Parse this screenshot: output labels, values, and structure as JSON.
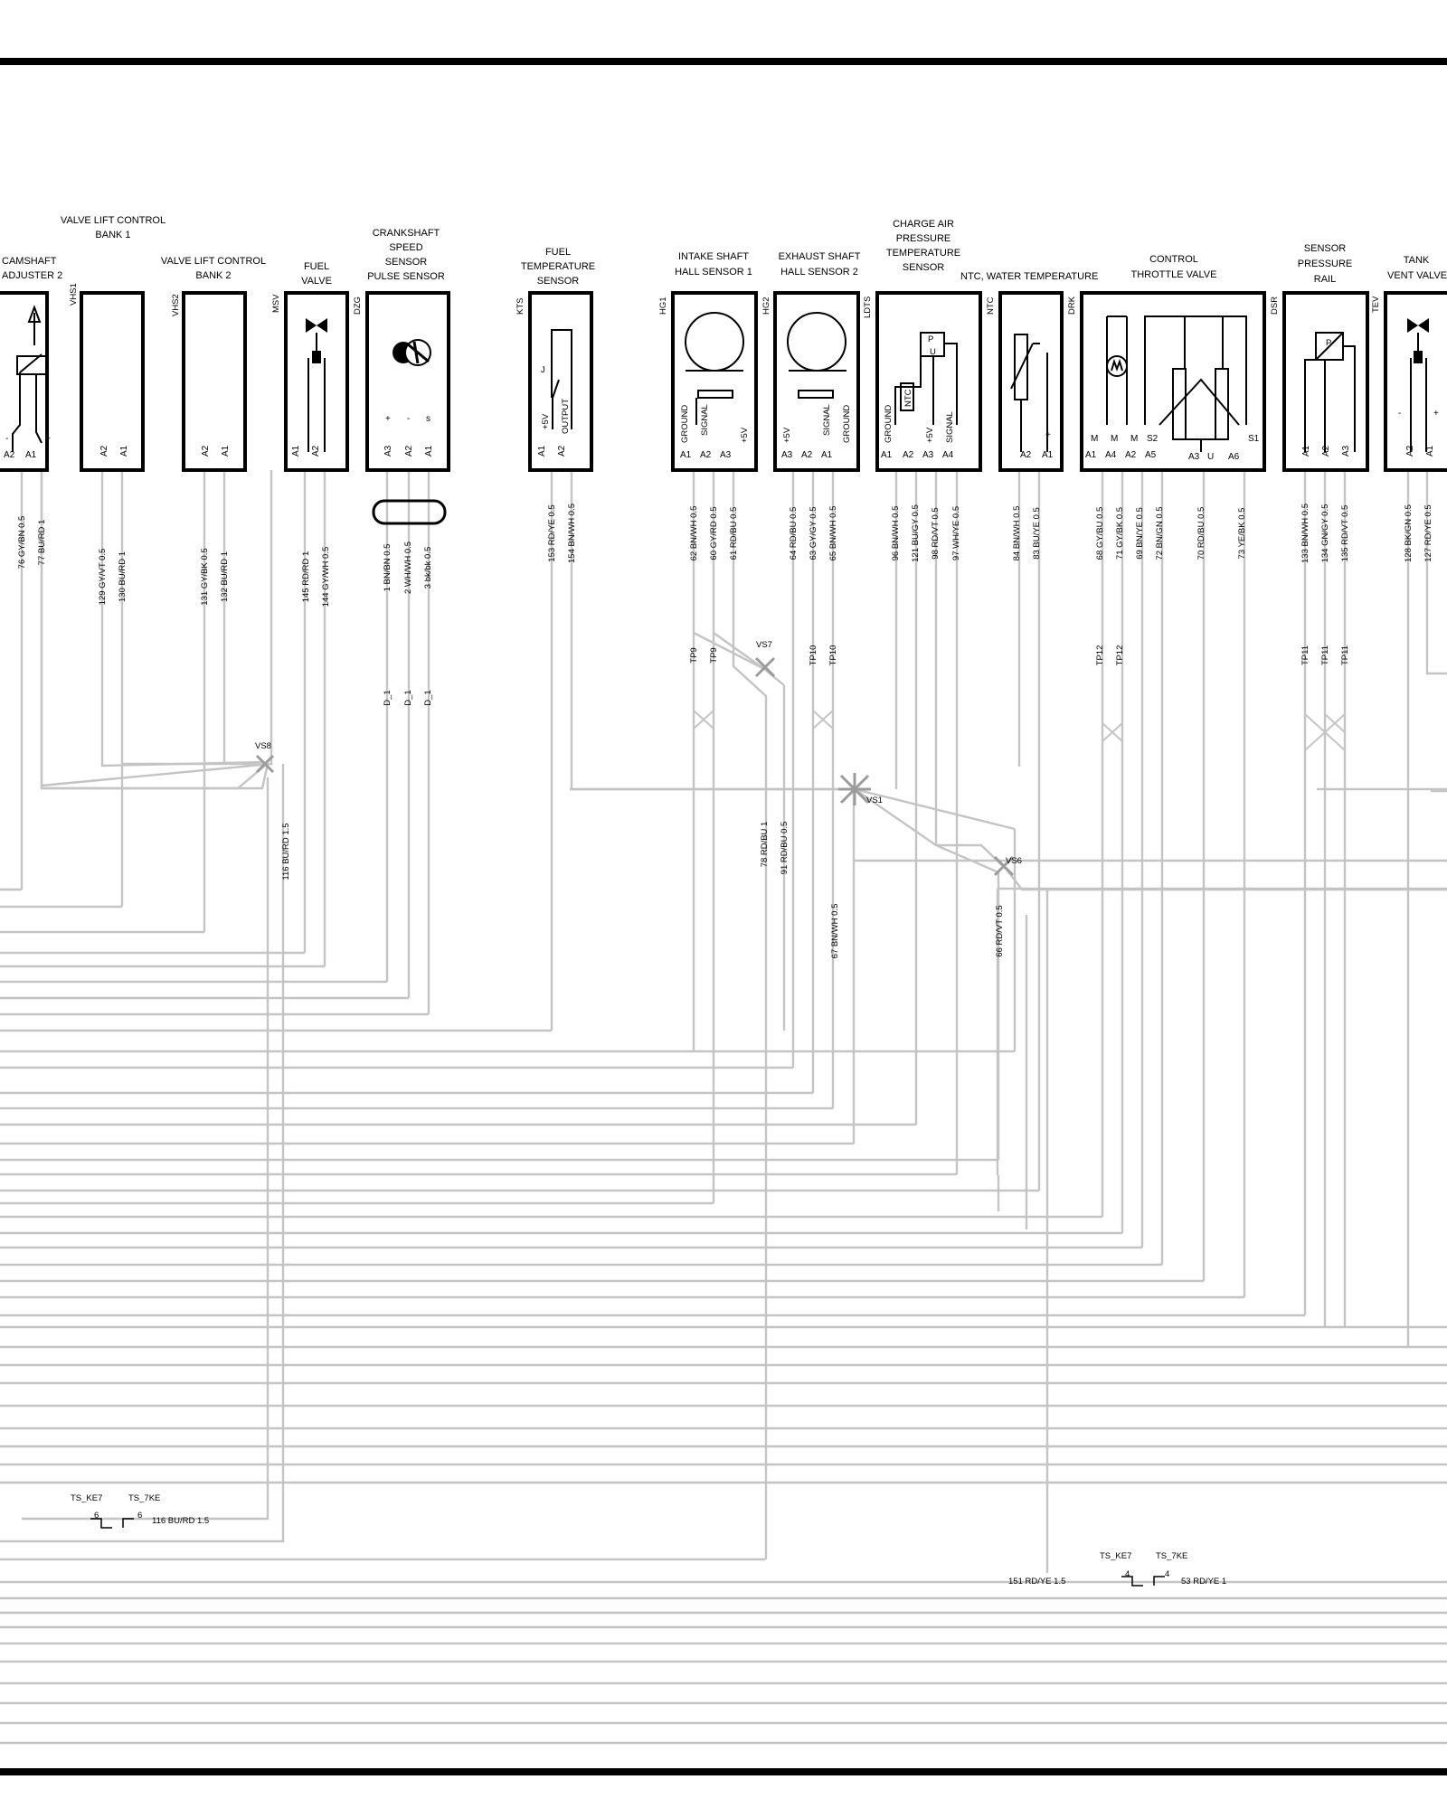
{
  "components": {
    "vlc_bank1": {
      "title": [
        "VALVE LIFT CONTROL",
        "BANK 1"
      ]
    },
    "cam2": {
      "title": [
        "CAMSHAFT",
        "ADJUSTER 2"
      ],
      "pins": [
        "A2",
        "A1"
      ],
      "signs": [
        "-",
        "+"
      ],
      "wires": [
        "76 GY/BN 0.5",
        "77 BU/RD 1"
      ]
    },
    "vhs1": {
      "code": "VHS1",
      "pins": [
        "A2",
        "A1"
      ],
      "wires": [
        "129 GY/VT 0.5",
        "130 BU/RD 1"
      ]
    },
    "vhs2": {
      "code": "VHS2",
      "title": [
        "VALVE LIFT CONTROL",
        "BANK 2"
      ],
      "pins": [
        "A2",
        "A1"
      ],
      "wires": [
        "131 GY/BK 0.5",
        "132 BU/RD 1"
      ]
    },
    "msv": {
      "code": "MSV",
      "title": [
        "FUEL",
        "VALVE"
      ],
      "pins": [
        "A1",
        "A2"
      ],
      "wires": [
        "145 RD/RD 1",
        "144 GY/WH 0.5"
      ]
    },
    "dzg": {
      "code": "DZG",
      "title": [
        "CRANKSHAFT",
        "SPEED",
        "SENSOR",
        "PULSE SENSOR"
      ],
      "pins": [
        "A3",
        "A2",
        "A1"
      ],
      "signs": [
        "+",
        "-",
        "s"
      ],
      "wires": [
        "1 BN/BN 0.5",
        "2 WH/WH 0.5",
        "3 bk/bk 0.5"
      ],
      "shield": "D_1"
    },
    "kts": {
      "code": "KTS",
      "title": [
        "FUEL",
        "TEMPERATURE",
        "SENSOR"
      ],
      "pins": [
        "A1",
        "A2"
      ],
      "pinlabels": [
        "+5V",
        "OUTPUT"
      ],
      "j": "J",
      "wires": [
        "153 RD/YE 0.5",
        "154 BN/WH 0.5"
      ]
    },
    "hg1": {
      "code": "HG1",
      "title": [
        "INTAKE SHAFT",
        "HALL SENSOR 1"
      ],
      "pins": [
        "A1",
        "A2",
        "A3"
      ],
      "pinlabels": [
        "GROUND",
        "SIGNAL",
        "+5V"
      ],
      "wires": [
        "62 BN/WH 0.5",
        "60 GY/RD 0.5",
        "61 RD/BU 0.5"
      ],
      "tp": "TP9"
    },
    "hg2": {
      "code": "HG2",
      "title": [
        "EXHAUST SHAFT",
        "HALL SENSOR 2"
      ],
      "pins": [
        "A3",
        "A2",
        "A1"
      ],
      "pinlabels": [
        "+5V",
        "SIGNAL",
        "GROUND"
      ],
      "wires": [
        "64 RD/BU 0.5",
        "63 GY/GY 0.5",
        "65 BN/WH 0.5"
      ],
      "tp": "TP10"
    },
    "ldts": {
      "code": "LDTS",
      "title": [
        "CHARGE AIR",
        "PRESSURE",
        "TEMPERATURE",
        "SENSOR"
      ],
      "pins": [
        "A1",
        "A2",
        "A3",
        "A4"
      ],
      "pinlabels": [
        "GROUND",
        "+5V",
        "SIGNAL"
      ],
      "sym": [
        "NTC",
        "P",
        "U"
      ],
      "wires": [
        "96 BN/WH 0.5",
        "121 BU/GY 0.5",
        "98 RD/VT 0.5",
        "97 WH/YE 0.5"
      ]
    },
    "ntc": {
      "code": "NTC",
      "title": [
        "NTC, WATER TEMPERATURE"
      ],
      "pins": [
        "A2",
        "A1"
      ],
      "signs": [
        "+"
      ],
      "wires": [
        "84 BN/WH 0.5",
        "83 BU/YE 0.5"
      ]
    },
    "drk": {
      "code": "DRK",
      "title": [
        "CONTROL",
        "THROTTLE VALVE"
      ],
      "pins": [
        "A1",
        "A4",
        "A2",
        "A5",
        "A3",
        "A6"
      ],
      "toplabels": [
        "M",
        "M",
        "M",
        "S2",
        "U",
        "S1"
      ],
      "wires": [
        "68 GY/BU 0.5",
        "71 GY/BK 0.5",
        "69 BN/YE 0.5",
        "72 BN/GN 0.5",
        "70 RD/BU 0.5",
        "73 YE/BK 0.5"
      ],
      "tp": "TP12"
    },
    "dsr": {
      "code": "DSR",
      "title": [
        "SENSOR",
        "PRESSURE",
        "RAIL"
      ],
      "pins": [
        "A1",
        "A2",
        "A3"
      ],
      "sym": "P",
      "wires": [
        "133 BN/WH 0.5",
        "134 GN/GY 0.5",
        "135 RD/VT 0.5"
      ],
      "tp": "TP11"
    },
    "tev": {
      "code": "TEV",
      "title": [
        "TANK",
        "VENT VALVE"
      ],
      "pins": [
        "A2",
        "A1"
      ],
      "signs": [
        "-",
        "+"
      ],
      "wires": [
        "128 BK/GN 0.5",
        "127 RD/YE 0.5"
      ]
    }
  },
  "splices": {
    "vs1": "VS1",
    "vs6": "VS6",
    "vs7": "VS7",
    "vs8": "VS8"
  },
  "branch_wires": {
    "vs8_out": "116 BU/RD 1.5",
    "vs7_a": "78 RD/BU 1",
    "vs7_b": "91 RD/BU 0.5",
    "vs1_out": "67 BN/WH 0.5",
    "vs6_out": "66 RD/VT 0.5"
  },
  "connectors": {
    "left": {
      "a": "TS_KE7",
      "b": "TS_7KE",
      "pin_a": "6",
      "pin_b": "6",
      "wire": "116 BU/RD 1.5"
    },
    "right": {
      "a": "TS_KE7",
      "b": "TS_7KE",
      "pin_a": "4",
      "pin_b": "4",
      "wire_left": "151 RD/YE 1.5",
      "wire_right": "53 RD/YE 1"
    }
  }
}
